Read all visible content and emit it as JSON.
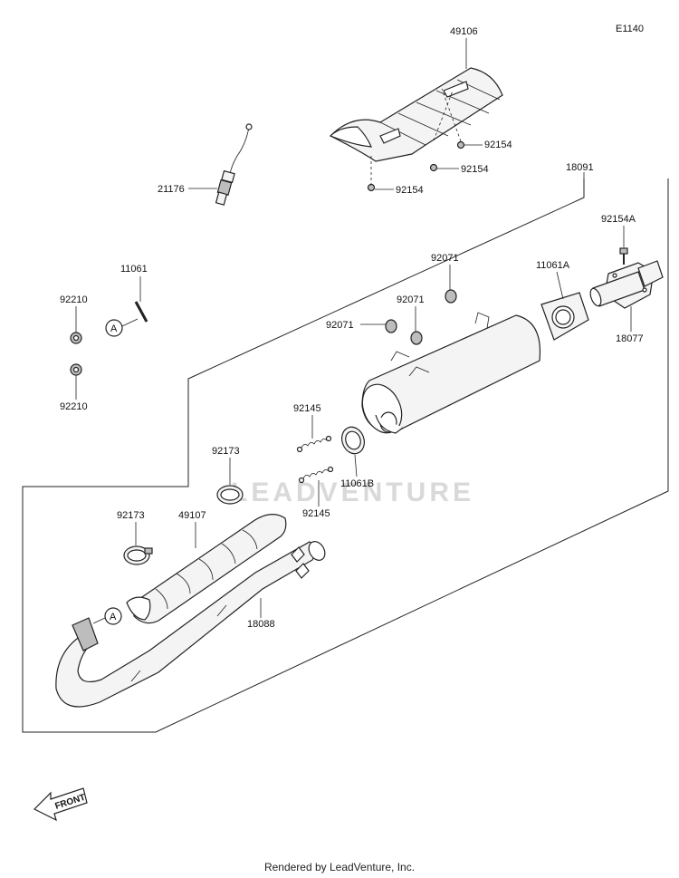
{
  "diagram": {
    "code": "E1140",
    "watermark": "LEADVENTURE",
    "front_label": "FRONT",
    "callout_a": "A",
    "labels": {
      "p49106": "49106",
      "p92154_a": "92154",
      "p92154_b": "92154",
      "p92154_c": "92154",
      "p21176": "21176",
      "p18091": "18091",
      "p92154A": "92154A",
      "p11061": "11061",
      "p92210_a": "92210",
      "p92210_b": "92210",
      "p92071_a": "92071",
      "p92071_b": "92071",
      "p92071_c": "92071",
      "p11061A": "11061A",
      "p18077": "18077",
      "p92145_a": "92145",
      "p92145_b": "92145",
      "p11061B": "11061B",
      "p92173_a": "92173",
      "p92173_b": "92173",
      "p49107": "49107",
      "p18088": "18088"
    }
  },
  "footer": {
    "text": "Rendered by LeadVenture, Inc."
  }
}
